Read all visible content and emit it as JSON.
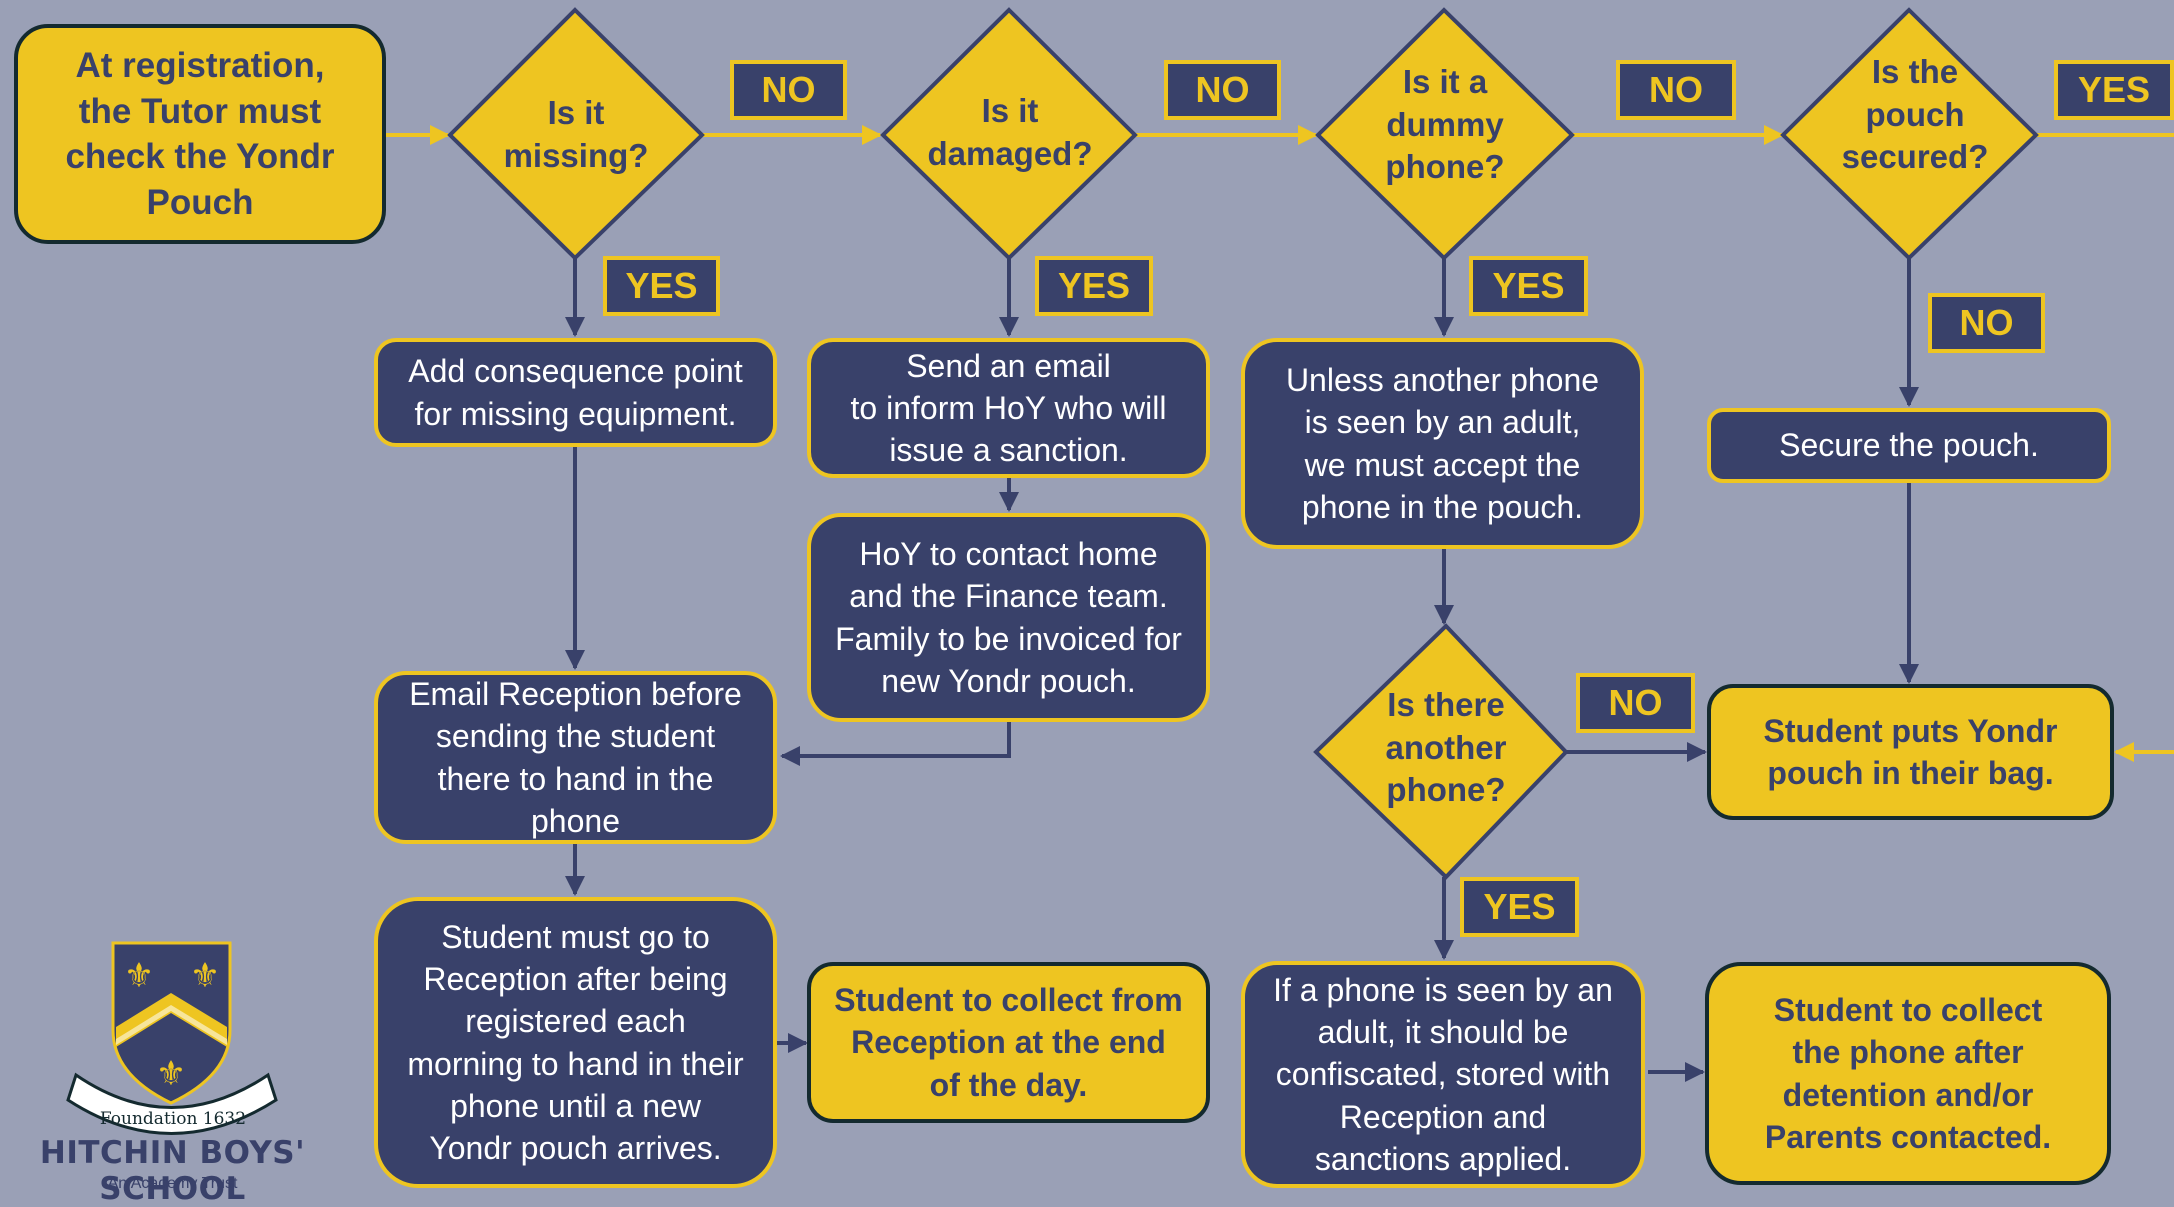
{
  "colors": {
    "background": "#9aa0b6",
    "yellow": "#eec521",
    "navy": "#39416a",
    "dark_border": "#142a2f",
    "white": "#ffffff"
  },
  "start": {
    "lines": [
      "At registration,",
      "the Tutor must",
      "check the Yondr",
      "Pouch"
    ]
  },
  "decisions": {
    "missing": [
      "Is it",
      "missing?"
    ],
    "damaged": [
      "Is it",
      "damaged?"
    ],
    "dummy": [
      "Is it a",
      "dummy",
      "phone?"
    ],
    "secured": [
      "Is the",
      "pouch",
      "secured?"
    ],
    "another": [
      "Is there",
      "another",
      "phone?"
    ]
  },
  "labels": {
    "no_missing": "NO",
    "no_damaged": "NO",
    "no_dummy": "NO",
    "yes_secured": "YES",
    "yes_missing": "YES",
    "yes_damaged": "YES",
    "yes_dummy": "YES",
    "no_secured": "NO",
    "no_another": "NO",
    "yes_another": "YES"
  },
  "actions": {
    "consequence": [
      "Add consequence point",
      "for missing equipment."
    ],
    "email_hoy": [
      "Send an email",
      "to inform HoY who will",
      "issue a sanction."
    ],
    "hoy_contact": [
      "HoY to contact home",
      "and the Finance team.",
      "Family to be invoiced for",
      "new Yondr pouch."
    ],
    "email_reception": [
      "Email Reception before",
      "sending the student",
      "there to hand in the",
      "phone"
    ],
    "go_reception": [
      "Student must go to",
      "Reception after being",
      "registered each",
      "morning to hand in their",
      "phone until a new",
      "Yondr pouch arrives."
    ],
    "unless_phone": [
      "Unless another phone",
      "is seen by an adult,",
      "we must accept the",
      "phone in the pouch."
    ],
    "secure_pouch": [
      "Secure the pouch."
    ],
    "confiscated": [
      "If a phone is seen by an",
      "adult, it should be",
      "confiscated, stored with",
      "Reception and",
      "sanctions applied."
    ]
  },
  "outcomes": {
    "collect_end_day": [
      "Student to collect from",
      "Reception at the end",
      "of the day."
    ],
    "pouch_in_bag": [
      "Student puts Yondr",
      "pouch in their bag."
    ],
    "collect_detention": [
      "Student to collect",
      "the phone after",
      "detention and/or",
      "Parents contacted."
    ]
  },
  "logo": {
    "motto_ribbon": "Foundation 1632",
    "school_name": "HITCHIN BOYS' SCHOOL",
    "tagline": "An Academy Trust"
  }
}
